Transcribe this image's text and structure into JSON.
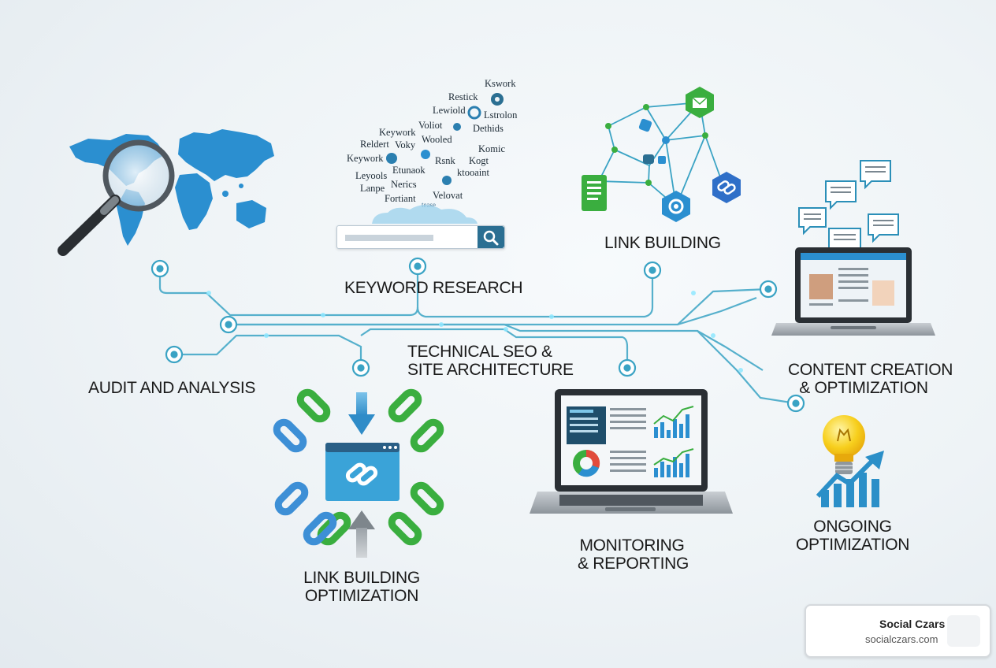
{
  "stages": {
    "audit": "AUDIT AND ANALYSIS",
    "keyword": "KEYWORD RESEARCH",
    "link_building": "LINK BUILDING",
    "technical_line1": "TECHNICAL SEO &",
    "technical_line2": "SITE ARCHITECTURE",
    "content_line1": "CONTENT CREATION",
    "content_line2": "& OPTIMIZATION",
    "link_opt_line1": "LINK BUILDING",
    "link_opt_line2": "OPTIMIZATION",
    "monitoring_line1": "MONITORING",
    "monitoring_line2": "& REPORTING",
    "ongoing_line1": "ONGOING",
    "ongoing_line2": "OPTIMIZATION"
  },
  "keyword_cloud": [
    "Kswork",
    "Restick",
    "Lstrolon",
    "Lewiold",
    "Voliot",
    "Dethids",
    "Keywork",
    "Reldert",
    "Voky",
    "Wooled",
    "Komic",
    "Keywork",
    "Rsnk",
    "Kogt",
    "Leyools",
    "Etunaok",
    "ktooaint",
    "Lanpe",
    "Nerics",
    "Fortiant",
    "Velovat",
    "tease"
  ],
  "watermark": {
    "name": "Social Czars",
    "url": "socialczars.com"
  },
  "colors": {
    "circuit": "#3aa3c4",
    "map_blue": "#2b8fd0",
    "green_link": "#3aae3f",
    "blue_link": "#3d8fd6",
    "search_button": "#2b6f92",
    "bulb": "#f5c518"
  },
  "icons": {
    "magnifier": "magnifier-icon",
    "search": "search-icon",
    "envelope": "envelope-icon",
    "gear": "gear-icon",
    "chain": "chain-link-icon",
    "document": "document-icon",
    "lightbulb": "lightbulb-icon",
    "growth_arrow": "growth-arrow-icon"
  }
}
